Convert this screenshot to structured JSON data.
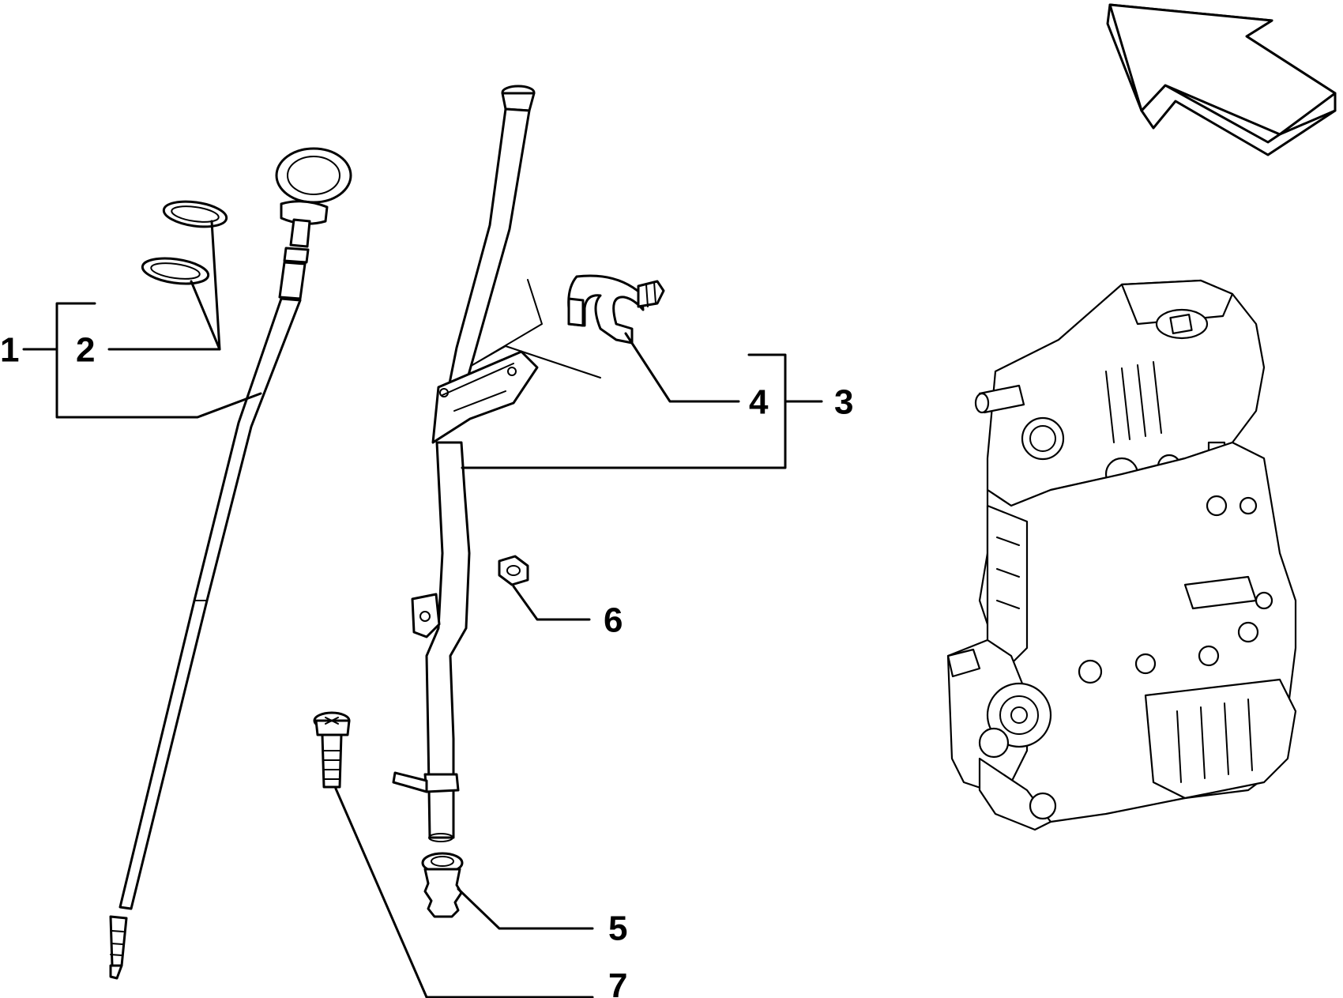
{
  "callouts": [
    {
      "id": "1",
      "text": "1"
    },
    {
      "id": "2",
      "text": "2"
    },
    {
      "id": "3",
      "text": "3"
    },
    {
      "id": "4",
      "text": "4"
    },
    {
      "id": "5",
      "text": "5"
    },
    {
      "id": "6",
      "text": "6"
    },
    {
      "id": "7",
      "text": "7"
    }
  ],
  "colors": {
    "line": "#000000",
    "background": "#ffffff"
  },
  "icons": {
    "orientation_arrow": "orientation-arrow-icon"
  }
}
